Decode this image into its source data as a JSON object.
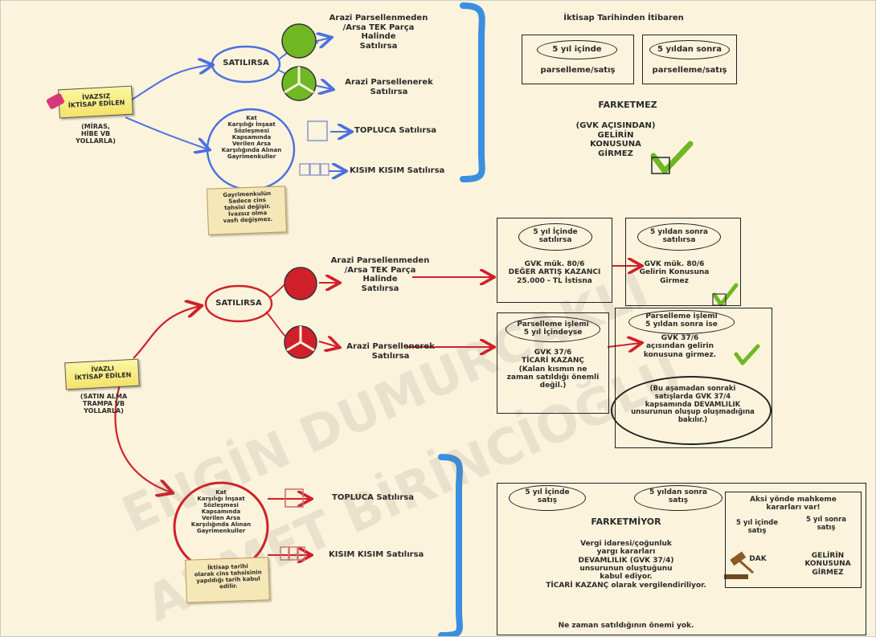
{
  "watermark": {
    "line1": "ENGİN DUMURCAKLI",
    "line2": "AHMET BİRİNCİOĞLU"
  },
  "top": {
    "tag_label": "İVAZSIZ\nİKTİSAP EDİLEN",
    "tag_sub": "(MİRAS,\nHİBE VB\nYOLLARLA)",
    "satilirsa": "SATILIRSA",
    "bubble": "Kat\nKarşılığı İnşaat\nSözleşmesi\nKapsamında\nVerilen Arsa\nKarşılığında Alınan\nGayrimenkuller",
    "note": "Gayrimenkulün\nSadece cins\ntahsisi değişir.\nİvazsız olma\nvasfı değişmez.",
    "opt_whole": "Arazi Parsellenmeden\n/Arsa TEK Parça\nHalinde\nSatılırsa",
    "opt_parcel": "Arazi Parsellenerek\nSatılırsa",
    "opt_bulk": "TOPLUCA Satılırsa",
    "opt_part": "KISIM KISIM Satılırsa",
    "right_title": "İktisap Tarihinden İtibaren",
    "box1_pill": "5 yıl içinde",
    "box1_text": "parselleme/satış",
    "box2_pill": "5 yıldan sonra",
    "box2_text": "parselleme/satış",
    "farketmez": "FARKETMEZ",
    "result": "(GVK AÇISINDAN)\nGELİRİN\nKONUSUNA\nGİRMEZ"
  },
  "mid": {
    "tag_label": "İVAZLI\nİKTİSAP EDİLEN",
    "tag_sub": "(SATIN ALMA\nTRAMPA VB\nYOLLARLA)",
    "satilirsa": "SATILIRSA",
    "opt_whole": "Arazi Parsellenmeden\n/Arsa TEK Parça\nHalinde\nSatılırsa",
    "opt_parcel": "Arazi Parsellenerek\nSatılırsa",
    "b1_pill": "5 yıl İçinde\nsatılırsa",
    "b1_text": "GVK mük. 80/6\nDEĞER ARTIŞ KAZANCI\n25.000 - TL İstisna",
    "b2_pill": "5 yıldan sonra\nsatılırsa",
    "b2_text": "GVK mük. 80/6\nGelirin Konusuna\nGirmez",
    "b3_pill": "Parselleme işlemi\n5 yıl İçindeyse",
    "b3_text": "GVK 37/6\nTİCARİ KAZANÇ\n(Kalan kısmın ne\nzaman satıldığı önemli\ndeğil.)",
    "b4_pill": "Parselleme işlemi\n5 yıldan sonra ise",
    "b4_text": "GVK 37/6\naçısından gelirin\nkonusuna girmez.",
    "b4_ellipse": "(Bu aşamadan sonraki\nsatışlarda GVK 37/4\nkapsamında DEVAMLILIK\nunsurunun oluşup oluşmadığına\nbakılır.)"
  },
  "bottom": {
    "bubble": "Kat\nKarşılığı İnşaat\nSözleşmesi\nKapsamında\nVerilen Arsa\nKarşılığında Alınan\nGayrimenkuller",
    "note": "İktisap tarihi\nolarak cins tahsisinin\nyapıldığı tarih kabul\nedilir.",
    "opt_bulk": "TOPLUCA Satılırsa",
    "opt_part": "KISIM KISIM Satılırsa",
    "pill1": "5 yıl İçinde\nsatış",
    "pill2": "5 yıldan sonra\nsatış",
    "farketmiyor": "FARKETMİYOR",
    "text": "Vergi idaresi/çoğunluk\nyargı kararları\nDEVAMLILIK (GVK 37/4)\nunsurunun oluştuğunu\nkabul ediyor.\nTİCARİ KAZANÇ olarak vergilendiriliyor.",
    "text_end": "Ne zaman satıldığının önemi yok.",
    "court_title": "Aksi yönde mahkeme\nkararları var!",
    "court_c1": "5 yıl içinde\nsatış",
    "court_c2": "5 yıl sonra\nsatış",
    "court_dak": "DAK",
    "court_result": "GELİRİN\nKONUSUNA\nGİRMEZ"
  },
  "colors": {
    "blue": "#4a6fe0",
    "red": "#d0202a",
    "green": "#6fb823",
    "bracket": "#3a8fe0"
  }
}
